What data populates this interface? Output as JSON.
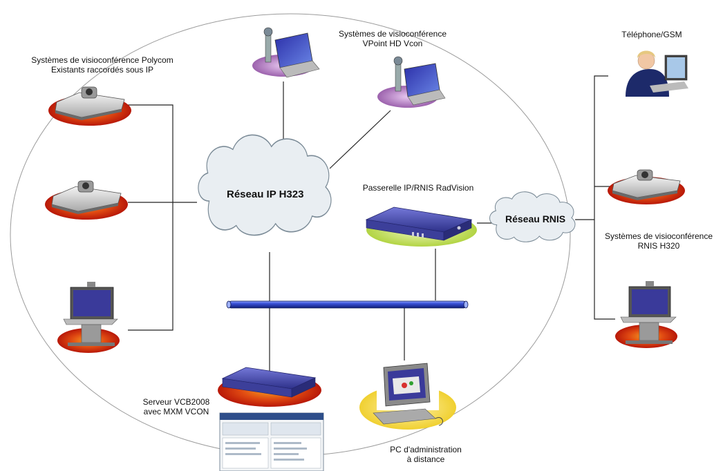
{
  "networks": {
    "ip": "Réseau IP H323",
    "isdn": "Réseau RNIS"
  },
  "labels": {
    "polycom_line1": "Systèmes de visioconférence Polycom",
    "polycom_line2": "Existants raccordés sous IP",
    "vpoint_line1": "Systèmes de visioconférence",
    "vpoint_line2": "VPoint HD Vcon",
    "telephone": "Téléphone/GSM",
    "gateway": "Passerelle IP/RNIS RadVision",
    "isdn_systems_line1": "Systèmes de visioconférence",
    "isdn_systems_line2": "RNIS H320",
    "server_line1": "Serveur VCB2008",
    "server_line2": "avec MXM VCON",
    "admin_pc_line1": "PC d'administration",
    "admin_pc_line2": "à distance"
  },
  "colors": {
    "backbone": "#1c2fa8",
    "device_ellipse_red": "#d42410",
    "device_ellipse_purple": "#a06cb0",
    "device_ellipse_green": "#b8d84a",
    "device_ellipse_yellow": "#f2d848",
    "cloud_fill": "#e9eef2",
    "cloud_stroke": "#7a8a96",
    "device_purple": "#4c4fb4"
  },
  "icons": {
    "videoconf_unit": "videoconference-codec-icon",
    "videoconf_cart": "videoconference-cart-icon",
    "laptop_camera": "laptop-webcam-icon",
    "telephone_user": "telephone-user-icon",
    "gateway_device": "gateway-appliance-icon",
    "server_device": "server-appliance-icon",
    "admin_pc": "desktop-pc-icon"
  }
}
